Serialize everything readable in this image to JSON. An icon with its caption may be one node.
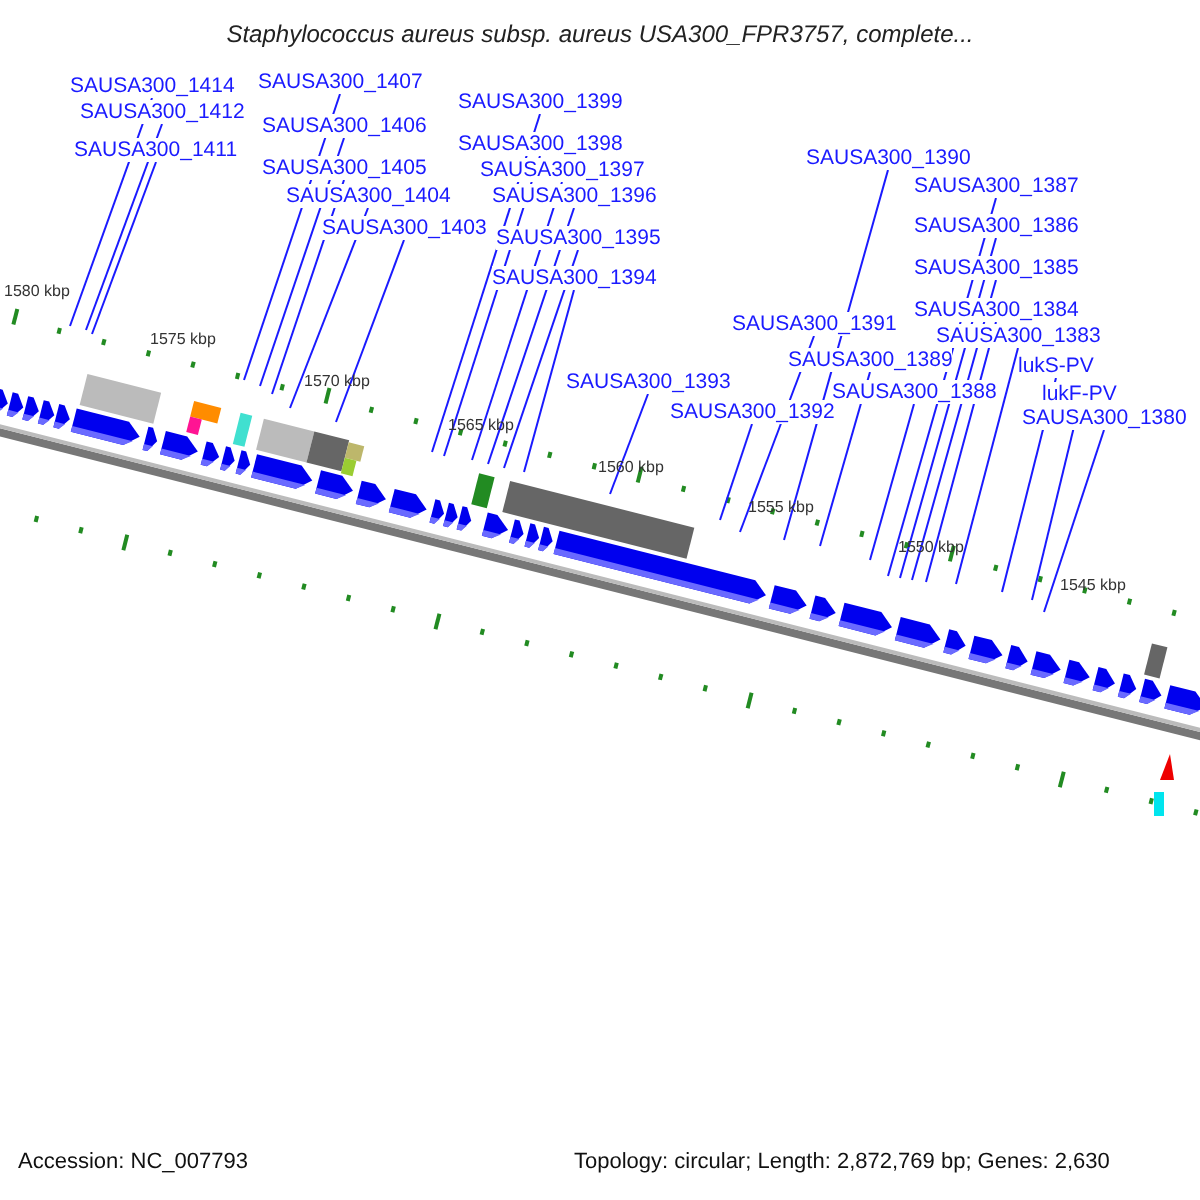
{
  "diagram": {
    "title": "Staphylococcus aureus subsp. aureus USA300_FPR3757, complete...",
    "nodes": [
      {
        "text": [
          "SAUSA300_1414"
        ]
      },
      {
        "text": [
          "SAUSA300_1412"
        ]
      },
      {
        "text": [
          "SAUSA300_1411"
        ]
      },
      {
        "text": [
          "SAUSA300_1407"
        ]
      },
      {
        "text": [
          "SAUSA300_1406"
        ]
      },
      {
        "text": [
          "SAUSA300_1405"
        ]
      },
      {
        "text": [
          "SAUSA300_1404"
        ]
      },
      {
        "text": [
          "SAUSA300_1403"
        ]
      },
      {
        "text": [
          "SAUSA300_1399"
        ]
      },
      {
        "text": [
          "SAUSA300_1398"
        ]
      },
      {
        "text": [
          "SAUSA300_1397"
        ]
      },
      {
        "text": [
          "SAUSA300_1396"
        ]
      },
      {
        "text": [
          "SAUSA300_1395"
        ]
      },
      {
        "text": [
          "SAUSA300_1394"
        ]
      },
      {
        "text": [
          "SAUSA300_1390"
        ]
      },
      {
        "text": [
          "SAUSA300_1387"
        ]
      },
      {
        "text": [
          "SAUSA300_1386"
        ]
      },
      {
        "text": [
          "SAUSA300_1385"
        ]
      },
      {
        "text": [
          "SAUSA300_1384"
        ]
      },
      {
        "text": [
          "SAUSA300_1391"
        ]
      },
      {
        "text": [
          "SAUSA300_1383"
        ]
      },
      {
        "text": [
          "SAUSA300_1389"
        ]
      },
      {
        "text": [
          "lukS-PV"
        ]
      },
      {
        "text": [
          "SAUSA300_1393"
        ]
      },
      {
        "text": [
          "SAUSA300_1388"
        ]
      },
      {
        "text": [
          "lukF-PV"
        ]
      },
      {
        "text": [
          "SAUSA300_1392"
        ]
      },
      {
        "text": [
          "SAUSA300_1380"
        ]
      }
    ],
    "edges": [
      {
        "from": 0,
        "to": null,
        "arrow": "none"
      },
      {
        "from": 1,
        "to": null,
        "arrow": "none"
      },
      {
        "from": 2,
        "to": null,
        "arrow": "none"
      },
      {
        "from": 3,
        "to": null,
        "arrow": "none"
      },
      {
        "from": 4,
        "to": null,
        "arrow": "none"
      },
      {
        "from": 5,
        "to": null,
        "arrow": "none"
      },
      {
        "from": 6,
        "to": null,
        "arrow": "none"
      },
      {
        "from": 7,
        "to": null,
        "arrow": "none"
      },
      {
        "from": 8,
        "to": null,
        "arrow": "none"
      },
      {
        "from": 9,
        "to": null,
        "arrow": "none"
      },
      {
        "from": 10,
        "to": null,
        "arrow": "none"
      },
      {
        "from": 11,
        "to": null,
        "arrow": "none"
      },
      {
        "from": 12,
        "to": null,
        "arrow": "none"
      },
      {
        "from": 13,
        "to": null,
        "arrow": "none"
      },
      {
        "from": 14,
        "to": null,
        "arrow": "none"
      },
      {
        "from": 15,
        "to": null,
        "arrow": "none"
      },
      {
        "from": 16,
        "to": null,
        "arrow": "none"
      },
      {
        "from": 17,
        "to": null,
        "arrow": "none"
      },
      {
        "from": 18,
        "to": null,
        "arrow": "none"
      },
      {
        "from": 19,
        "to": null,
        "arrow": "none"
      },
      {
        "from": 20,
        "to": null,
        "arrow": "none"
      },
      {
        "from": 21,
        "to": null,
        "arrow": "none"
      },
      {
        "from": 22,
        "to": null,
        "arrow": "none"
      },
      {
        "from": 23,
        "to": null,
        "arrow": "none"
      },
      {
        "from": 24,
        "to": null,
        "arrow": "none"
      },
      {
        "from": 25,
        "to": null,
        "arrow": "none"
      },
      {
        "from": 26,
        "to": null,
        "arrow": "none"
      },
      {
        "from": 27,
        "to": null,
        "arrow": "none"
      }
    ],
    "labels": [
      "1580 kbp",
      "1575 kbp",
      "1570 kbp",
      "1565 kbp",
      "1560 kbp",
      "1555 kbp",
      "1550 kbp",
      "1545 kbp",
      "Accession: NC_007793",
      "Topology: circular; Length: 2,872,769 bp; Genes: 2,630"
    ]
  }
}
